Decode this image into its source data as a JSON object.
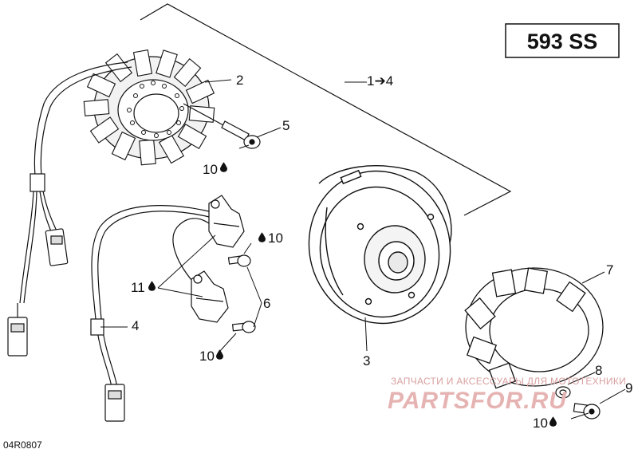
{
  "model_label": "593 SS",
  "diagram_code": "04R0807",
  "callouts": {
    "c1to4": "1➔4",
    "c2": "2",
    "c3": "3",
    "c4": "4",
    "c5": "5",
    "c6": "6",
    "c7": "7",
    "c8": "8",
    "c9": "9",
    "c10a": "10",
    "c10b": "10",
    "c10c": "10",
    "c10d": "10",
    "c11": "11"
  },
  "watermark": {
    "line1": "ЗАПЧАСТИ И АКСЕССУАРЫ ДЛЯ МОТОТЕХНИКИ",
    "line2": "PARTSFOR.RU"
  },
  "icons": {
    "drop": "oil-drop-icon"
  }
}
